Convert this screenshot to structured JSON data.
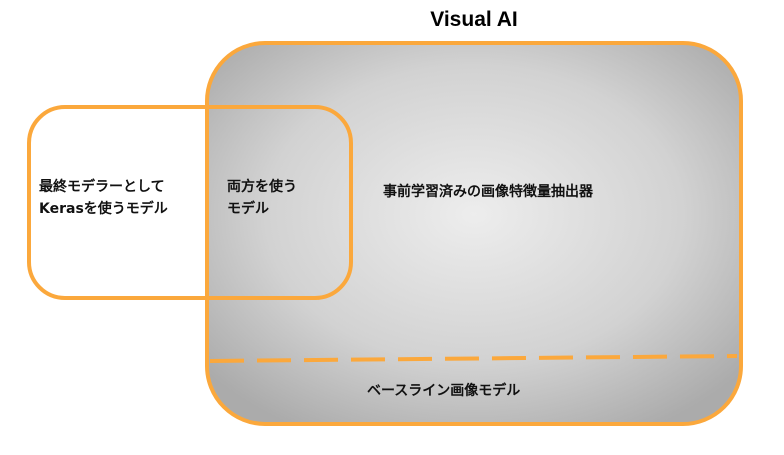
{
  "title": "Visual AI",
  "regions": {
    "visual_ai": {
      "label": "事前学習済みの画像特徴量抽出器"
    },
    "keras": {
      "label": "最終モデラーとして\nKerasを使うモデル"
    },
    "both": {
      "label": "両方を使う\nモデル"
    },
    "baseline": {
      "label": "ベースライン画像モデル"
    }
  },
  "colors": {
    "accent": "#FBA83C",
    "fill_center": "#EDEDED",
    "fill_edge": "#ABABAB"
  }
}
